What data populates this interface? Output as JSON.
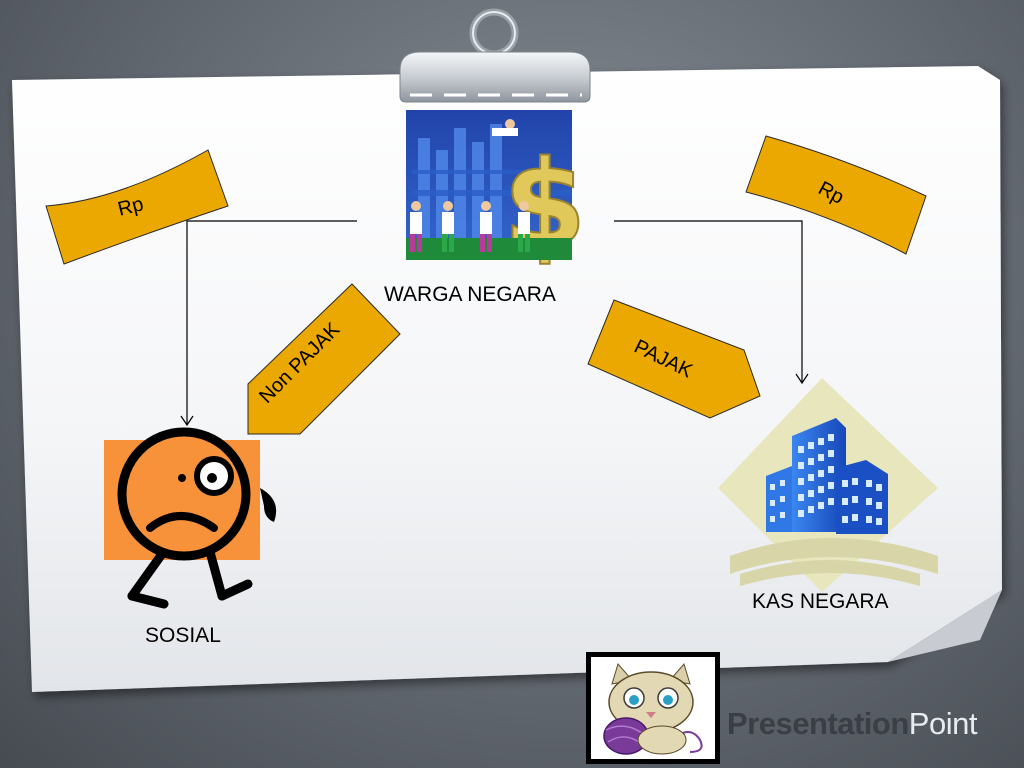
{
  "diagram": {
    "nodes": {
      "warga_negara": "WARGA NEGARA",
      "sosial": "SOSIAL",
      "kas_negara": "KAS NEGARA"
    },
    "banners": {
      "rp_left": "Rp",
      "rp_right": "Rp",
      "non_pajak": "Non PAJAK",
      "pajak": "PAJAK"
    },
    "edges": [
      {
        "from": "WARGA NEGARA",
        "to": "SOSIAL",
        "label": "Non PAJAK"
      },
      {
        "from": "WARGA NEGARA",
        "to": "KAS NEGARA",
        "label": "PAJAK"
      }
    ],
    "colors": {
      "banner": "#EBA800",
      "face": "#F7923A",
      "building": "#1E5FD8"
    }
  },
  "branding": {
    "word1": "Presentation",
    "word2": "Point"
  }
}
